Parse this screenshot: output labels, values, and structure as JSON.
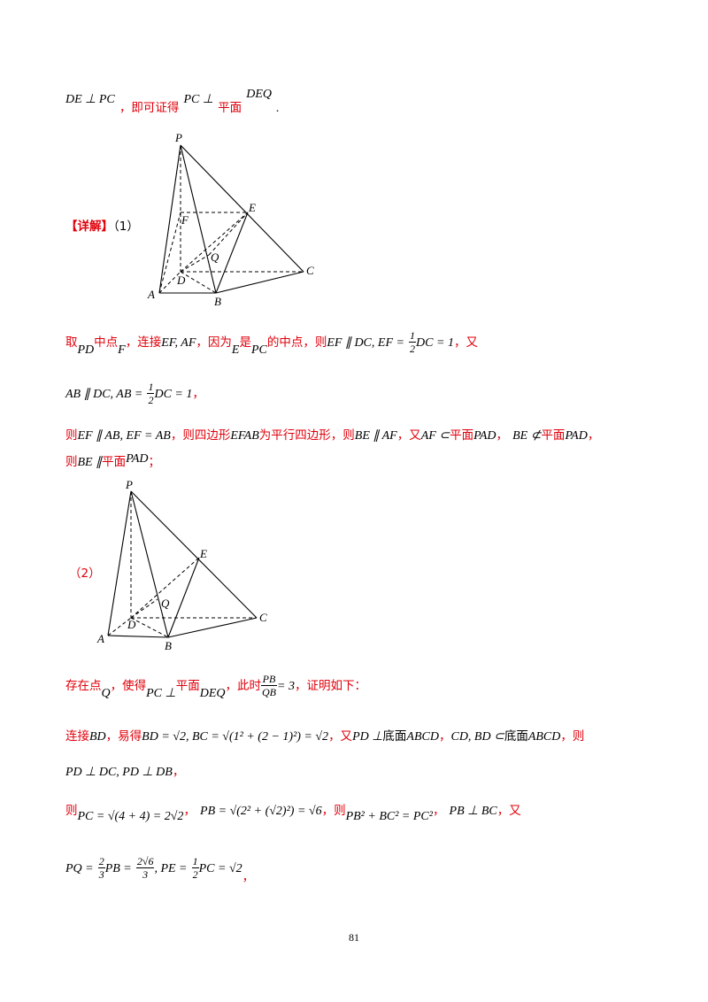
{
  "line1": {
    "m1": "DE ⊥ PC",
    "r1": "，即可证得",
    "m2": "PC ⊥",
    "r2": "平面",
    "m3": "DEQ",
    "dot": "."
  },
  "fig1": {
    "label": "【详解】",
    "num": "（1）",
    "points": {
      "P": "P",
      "F": "F",
      "E": "E",
      "Q": "Q",
      "D": "D",
      "C": "C",
      "A": "A",
      "B": "B"
    }
  },
  "step1": {
    "a": "取",
    "b": "PD",
    "c": "中点",
    "d": "F",
    "e": "，连接",
    "f": "EF, AF",
    "g": "，因为",
    "h": "E",
    "i": "是",
    "j": "PC",
    "k": "的中点，则",
    "l": "EF ∥ DC, EF =",
    "num": "1",
    "den": "2",
    "m": "DC = 1",
    "n": "，又"
  },
  "step2": {
    "a": "AB ∥ DC, AB =",
    "num": "1",
    "den": "2",
    "b": "DC = 1",
    "c": "，"
  },
  "step3": {
    "a": "则",
    "b": "EF ∥ AB, EF = AB",
    "c": "，则四边形",
    "d": "EFAB",
    "e": "为平行四边形，则",
    "f": "BE ∥ AF",
    "g": "，又",
    "h": "AF ⊂",
    "i": "平面",
    "j": "PAD",
    "k": "，",
    "l": "BE ⊄",
    "m": "平面",
    "n": "PAD",
    "o": "，"
  },
  "step4": {
    "a": "则",
    "b": "BE ∥",
    "c": "平面",
    "d": "PAD",
    "e": "；"
  },
  "fig2": {
    "num": "（2）",
    "points": {
      "P": "P",
      "E": "E",
      "Q": "Q",
      "D": "D",
      "C": "C",
      "A": "A",
      "B": "B"
    }
  },
  "step5": {
    "a": "存在点",
    "b": "Q",
    "c": "，使得",
    "d": "PC ⊥",
    "e": "平面",
    "f": "DEQ",
    "g": "，此时",
    "num": "PB",
    "den": "QB",
    "h": "= 3",
    "i": "，证明如下："
  },
  "step6": {
    "a": "连接",
    "b": "BD",
    "c": "，易得",
    "d": "BD = √2, BC = √(1² + (2 − 1)²) = √2",
    "e": "，又",
    "f": "PD ⊥",
    "g": "底面",
    "h": "ABCD",
    "i": "，",
    "j": "CD, BD ⊂",
    "k": "底面",
    "l": "ABCD",
    "m": "，则"
  },
  "step7": {
    "a": "PD ⊥ DC, PD ⊥ DB",
    "b": "，"
  },
  "step8": {
    "a": "则",
    "b": "PC = √(4 + 4) = 2√2",
    "c": "，",
    "d": "PB = √(2² + (√2)²) = √6",
    "e": "，则",
    "f": "PB² + BC² = PC²",
    "g": "，",
    "h": "PB ⊥ BC",
    "i": "，又"
  },
  "step9": {
    "a": "PQ =",
    "n1": "2",
    "d1": "3",
    "b": "PB =",
    "n2": "2√6",
    "d2": "3",
    "c": ", PE =",
    "n3": "1",
    "d3": "2",
    "d": "PC = √2",
    "e": "，"
  },
  "page": {
    "number": "81"
  }
}
